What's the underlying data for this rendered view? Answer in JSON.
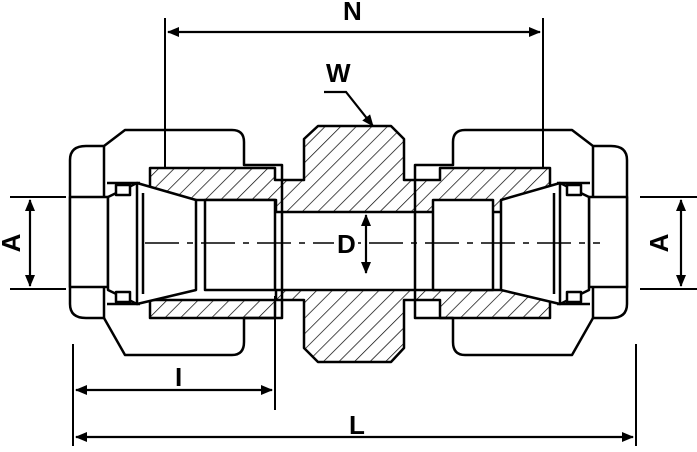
{
  "labels": {
    "N": "N",
    "W": "W",
    "D": "D",
    "A_left": "A",
    "A_right": "A",
    "I": "I",
    "L": "L"
  },
  "colors": {
    "line": "#000000",
    "background": "#ffffff"
  }
}
